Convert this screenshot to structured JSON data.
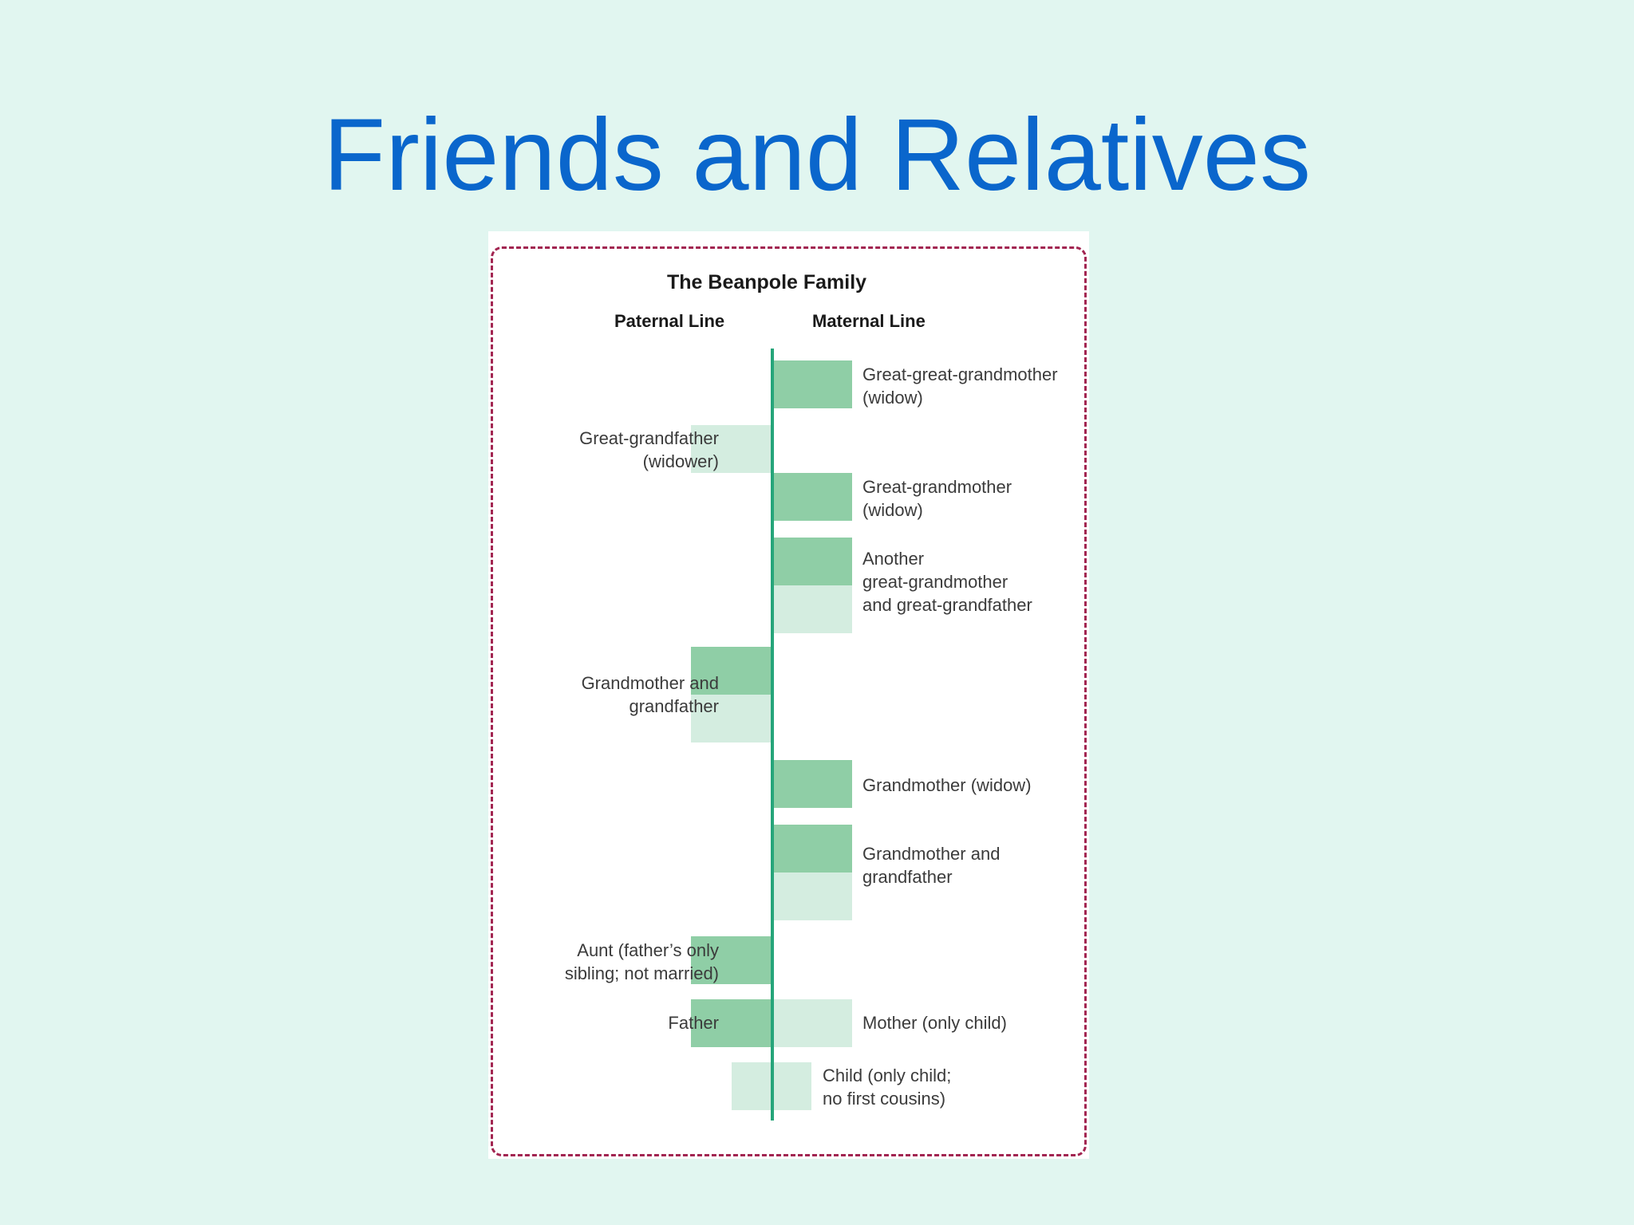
{
  "slide": {
    "title": "Friends and Relatives"
  },
  "figure": {
    "title": "The Beanpole Family",
    "paternal_header": "Paternal Line",
    "maternal_header": "Maternal Line",
    "labels": {
      "great_great_grandmother": [
        "Great-great-grandmother",
        "(widow)"
      ],
      "great_grandfather_paternal": [
        "Great-grandfather",
        "(widower)"
      ],
      "great_grandmother_maternal": [
        "Great-grandmother",
        "(widow)"
      ],
      "another_great_grandparents": [
        "Another",
        "great-grandmother",
        "and great-grandfather"
      ],
      "paternal_grandparents": [
        "Grandmother and",
        "grandfather"
      ],
      "maternal_grandmother_widow": [
        "Grandmother (widow)"
      ],
      "maternal_grandparents": [
        "Grandmother and",
        "grandfather"
      ],
      "aunt": [
        "Aunt (father’s only",
        "sibling; not married)"
      ],
      "father": [
        "Father"
      ],
      "mother": [
        "Mother (only child)"
      ],
      "child": [
        "Child (only child;",
        "no first cousins)"
      ]
    },
    "colors": {
      "female_block": "#8fcea6",
      "male_block": "#d4ede0",
      "spine": "#26a57a",
      "frame": "#a22551",
      "title": "#0a66cc"
    }
  }
}
